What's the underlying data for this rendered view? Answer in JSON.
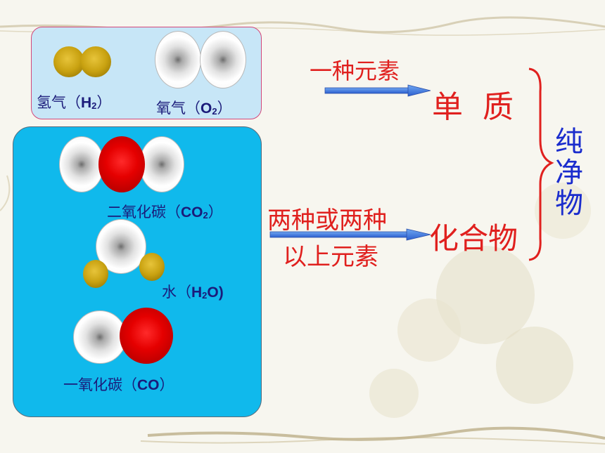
{
  "molecules": {
    "h2_label": {
      "prefix": "氢气（",
      "formula": "H",
      "sub": "2",
      "suffix": "）"
    },
    "o2_label": {
      "prefix": "氧气（",
      "formula": "O",
      "sub": "2",
      "suffix": "）"
    },
    "co2_label": {
      "prefix": "二氧化碳（",
      "formula": "CO",
      "sub": "2",
      "suffix": "）"
    },
    "h2o_label": {
      "prefix": "水（",
      "formula": "H",
      "sub": "2",
      "formula2": "O)"
    },
    "co_label": {
      "prefix": "一氧化碳（",
      "formula": "CO",
      "suffix": "）"
    }
  },
  "arrows": {
    "top_label": "一种元素",
    "bottom_label_line1": "两种或两种",
    "bottom_label_line2": "以上元素"
  },
  "categories": {
    "element": "单  质",
    "compound": "化合物",
    "pure": [
      "纯",
      "净",
      "物"
    ]
  },
  "colors": {
    "box_element_bg": "#c7e6f7",
    "box_compound_bg": "#10b9ec",
    "red_text": "#e0201e",
    "blue_text": "#1a2ccd",
    "label_text": "#1b1b7a"
  }
}
